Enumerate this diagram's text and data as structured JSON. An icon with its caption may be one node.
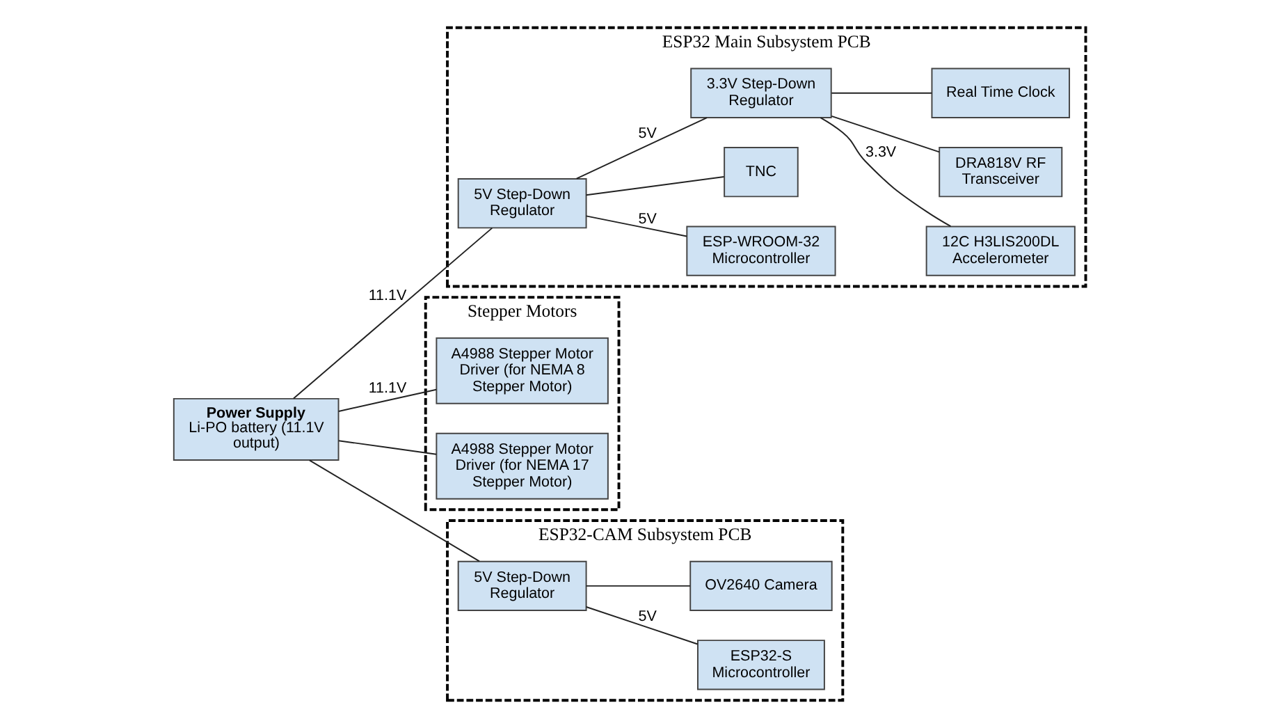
{
  "diagram": {
    "nodes": [
      {
        "text": [
          "Power Supply",
          "Li-PO battery (11.1V output)"
        ]
      },
      {
        "text": [
          "ESP32 Main Subsystem PCB"
        ]
      },
      {
        "text": [
          "5V Step-Down Regulator"
        ],
        "in": 1
      },
      {
        "text": [
          "ESP-WROOM-32 Microcontroller"
        ],
        "in": 1
      },
      {
        "text": [
          "TNC"
        ],
        "in": 1
      },
      {
        "text": [
          "3.3V Step-Down Regulator"
        ],
        "in": 1
      },
      {
        "text": [
          "12C H3LIS200DL Accelerometer"
        ],
        "in": 1
      },
      {
        "text": [
          "DRA818V RF Transceiver"
        ],
        "in": 1
      },
      {
        "text": [
          "Real Time Clock"
        ],
        "in": 1
      },
      {
        "text": [
          "Stepper Motors"
        ]
      },
      {
        "text": [
          "A4988 Stepper Motor Driver (for NEMA 8 Stepper Motor)"
        ],
        "in": 9
      },
      {
        "text": [
          "A4988 Stepper Motor Driver (for NEMA 17 Stepper Motor)"
        ],
        "in": 9
      },
      {
        "text": [
          "ESP32-CAM Subsystem PCB"
        ]
      },
      {
        "text": [
          "5V Step-Down Regulator"
        ],
        "in": 12
      },
      {
        "text": [
          "ESP32-S Microcontroller"
        ],
        "in": 12
      },
      {
        "text": [
          "OV2640 Camera"
        ],
        "in": 12
      }
    ],
    "edges": [
      {
        "from": 0,
        "to": 2,
        "arrow": "none",
        "label": "11.1V"
      },
      {
        "from": 0,
        "to": 13,
        "arrow": "none"
      },
      {
        "from": 0,
        "to": 10,
        "arrow": "none",
        "label": "11.1V"
      },
      {
        "from": 0,
        "to": 11,
        "arrow": "none"
      },
      {
        "from": 2,
        "to": 3,
        "arrow": "none",
        "label": "5V"
      },
      {
        "from": 2,
        "to": 4,
        "arrow": "none"
      },
      {
        "from": 2,
        "to": 5,
        "arrow": "none",
        "label": "5V"
      },
      {
        "from": 5,
        "to": 6,
        "arrow": "none",
        "label": "3.3V"
      },
      {
        "from": 5,
        "to": 7,
        "arrow": "none"
      },
      {
        "from": 5,
        "to": 8,
        "arrow": "none"
      },
      {
        "from": 13,
        "to": 14,
        "arrow": "none",
        "label": "5V"
      },
      {
        "from": 13,
        "to": 15,
        "arrow": "none"
      }
    ]
  }
}
